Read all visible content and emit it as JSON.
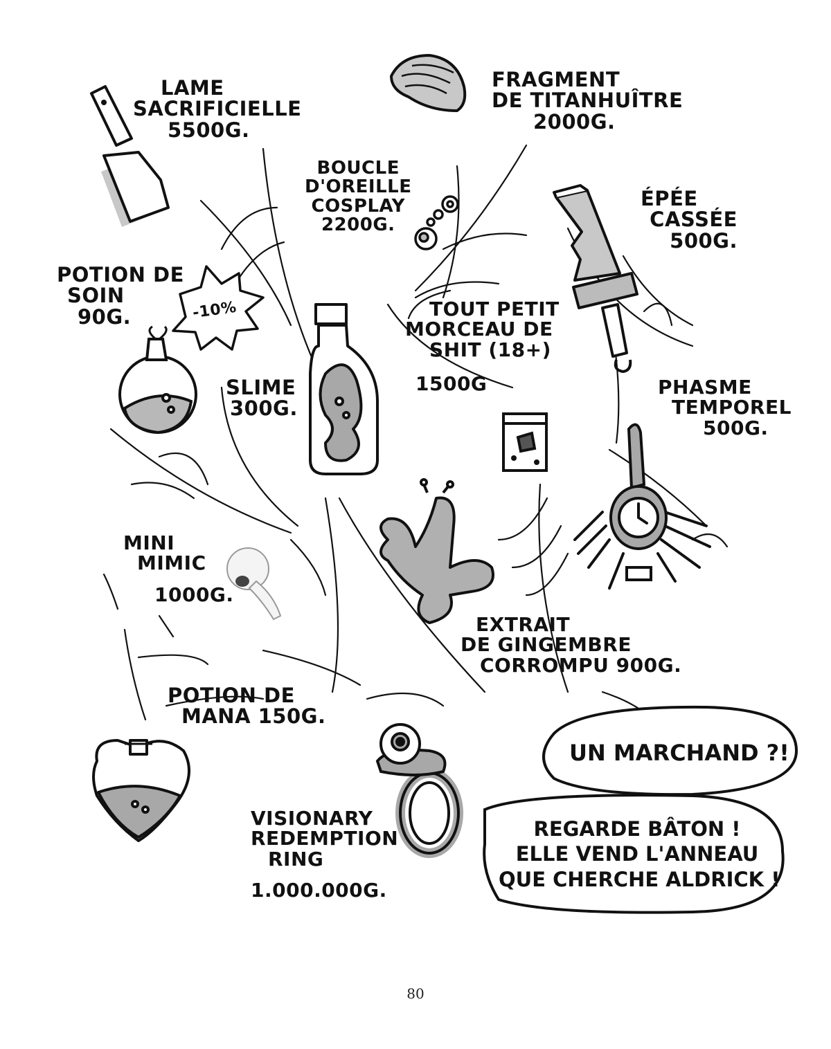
{
  "items": [
    {
      "id": "lame",
      "lines": [
        "Lame",
        "sacrificielle",
        "5500G."
      ]
    },
    {
      "id": "boucle",
      "lines": [
        "Boucle",
        "d'oreille",
        "cosplay",
        "2200G."
      ]
    },
    {
      "id": "fragment",
      "lines": [
        "Fragment",
        "de titanhuître",
        "2000G."
      ]
    },
    {
      "id": "epee",
      "lines": [
        "Épée",
        "cassée",
        "500G."
      ]
    },
    {
      "id": "potion-soin",
      "lines": [
        "Potion de",
        "soin",
        "90G."
      ]
    },
    {
      "id": "slime",
      "lines": [
        "Slime",
        "300G."
      ]
    },
    {
      "id": "shit",
      "lines": [
        "Tout petit",
        "morceau de",
        "shit (18+)",
        "1500G"
      ]
    },
    {
      "id": "phasme",
      "lines": [
        "Phasme",
        "temporel",
        "500G."
      ]
    },
    {
      "id": "mimic",
      "lines": [
        "Mini",
        "mimic",
        "1000G."
      ]
    },
    {
      "id": "gingembre",
      "lines": [
        "Extrait",
        "de gingembre",
        "corrompu 900G."
      ]
    },
    {
      "id": "mana",
      "lines": [
        "Potion de",
        "mana 150G."
      ]
    },
    {
      "id": "ring",
      "lines": [
        "Visionary",
        "redemption",
        "ring",
        "1.000.000G."
      ]
    }
  ],
  "discount_badge": "-10%",
  "bubbles": {
    "bubble1": {
      "lines": [
        "Un marchand ?!"
      ]
    },
    "bubble2": {
      "lines": [
        "Regarde Bâton !",
        "Elle vend l'anneau",
        "que cherche Aldrick !"
      ]
    }
  },
  "page_number": "80",
  "colors": {
    "ink": "#111111",
    "gray": "#a8a8a8",
    "light_gray": "#d6d6d6"
  }
}
